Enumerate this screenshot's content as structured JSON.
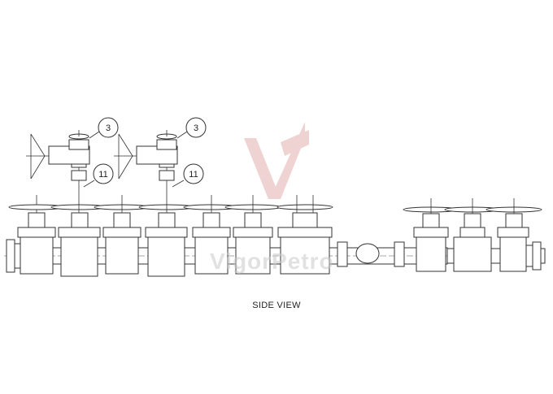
{
  "drawing": {
    "view_label": "SIDE VIEW",
    "callouts": [
      {
        "number": "3"
      },
      {
        "number": "11"
      },
      {
        "number": "3"
      },
      {
        "number": "11"
      }
    ]
  },
  "watermark": {
    "text": "VigorPetro",
    "color": "#d9a5a5"
  }
}
